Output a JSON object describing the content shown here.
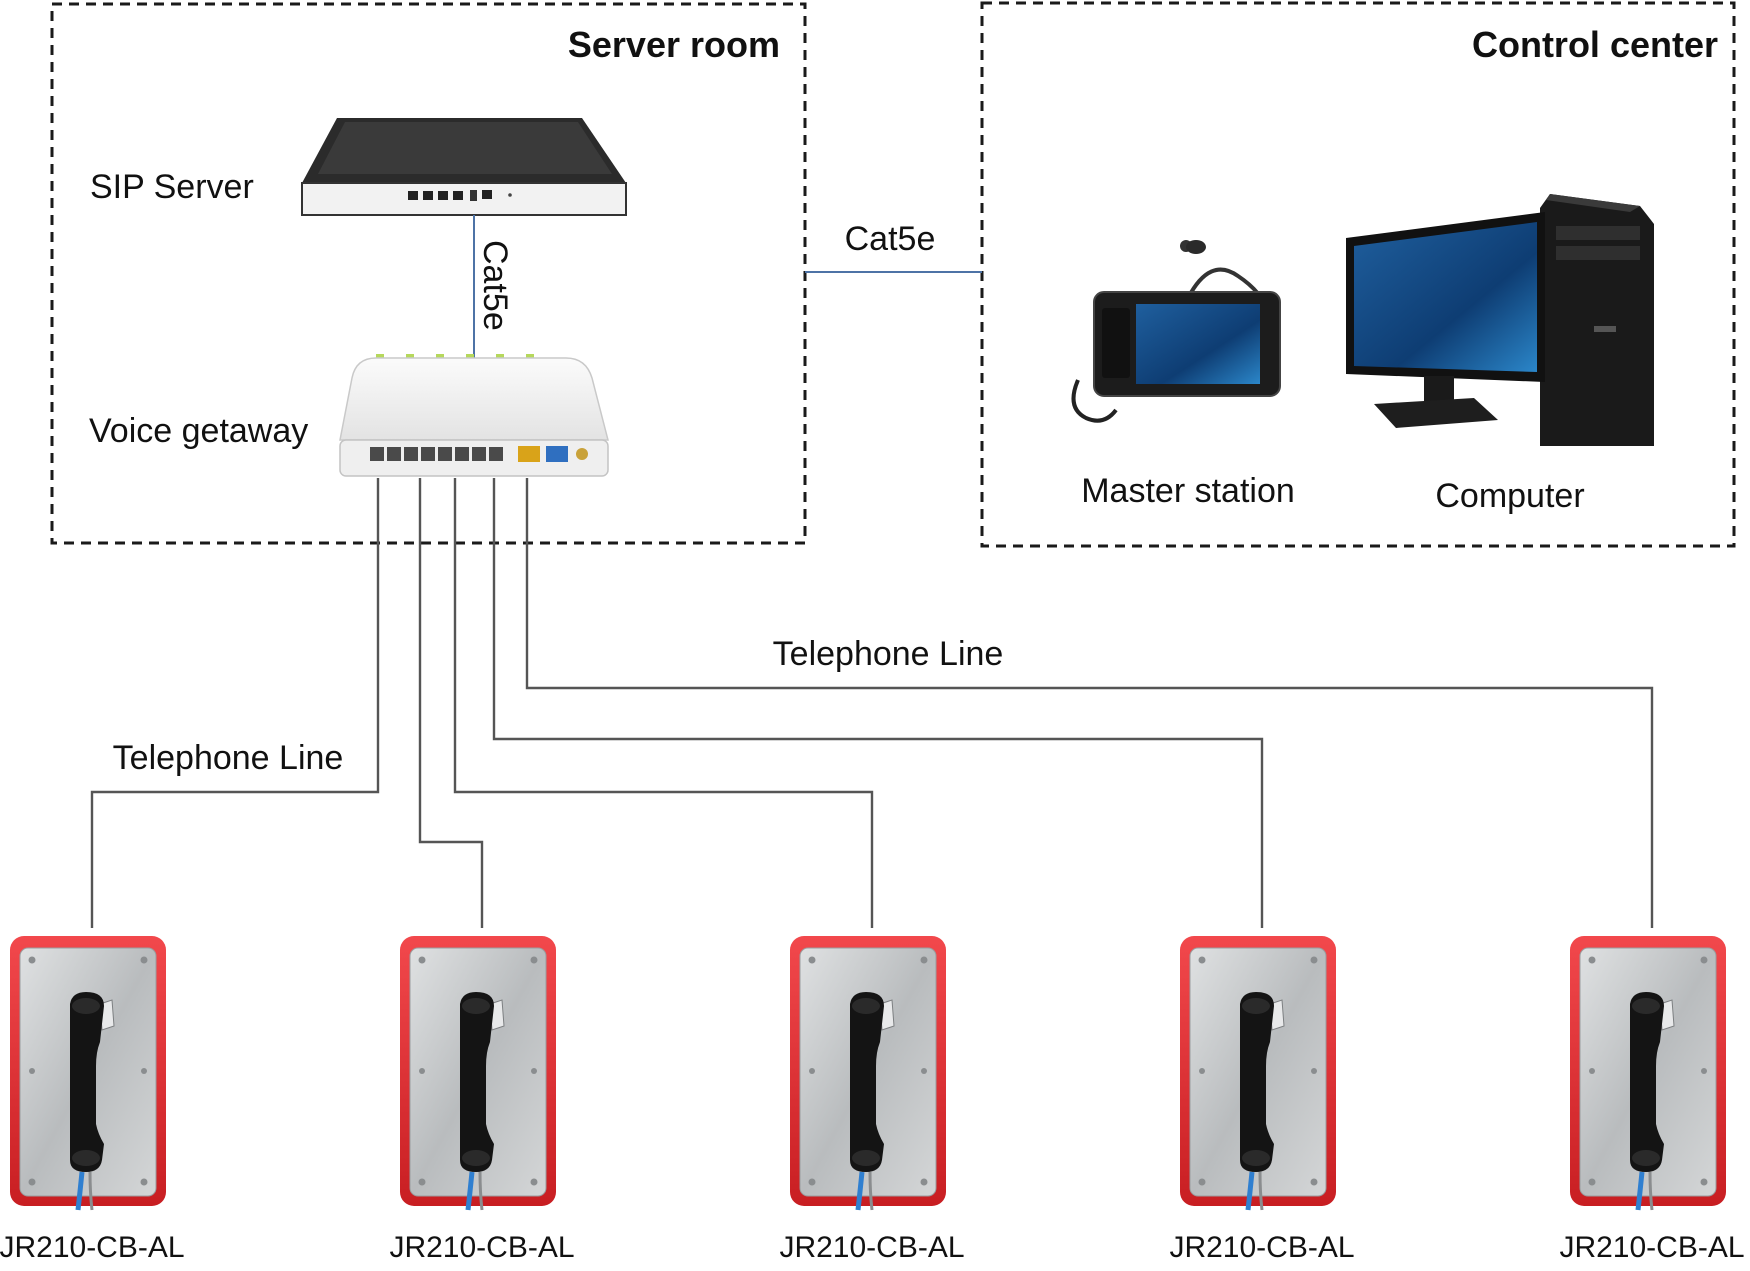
{
  "zones": {
    "server_room": {
      "title": "Server room"
    },
    "control_center": {
      "title": "Control center"
    }
  },
  "devices": {
    "sip_server": {
      "label": "SIP Server"
    },
    "voice_gateway": {
      "label": "Voice getaway"
    },
    "master_station": {
      "label": "Master station"
    },
    "computer": {
      "label": "Computer"
    }
  },
  "links": {
    "server_to_gateway": "Cat5e",
    "server_room_to_control": "Cat5e",
    "telephone_line_upper": "Telephone Line",
    "telephone_line_lower": "Telephone Line"
  },
  "phones": [
    {
      "model": "JR210-CB-AL"
    },
    {
      "model": "JR210-CB-AL"
    },
    {
      "model": "JR210-CB-AL"
    },
    {
      "model": "JR210-CB-AL"
    },
    {
      "model": "JR210-CB-AL"
    }
  ],
  "colors": {
    "cat5e_line": "#4d73a6",
    "telephone_line": "#555555",
    "phone_housing": "#e0262b",
    "phone_panel": "#c9cbcc"
  }
}
